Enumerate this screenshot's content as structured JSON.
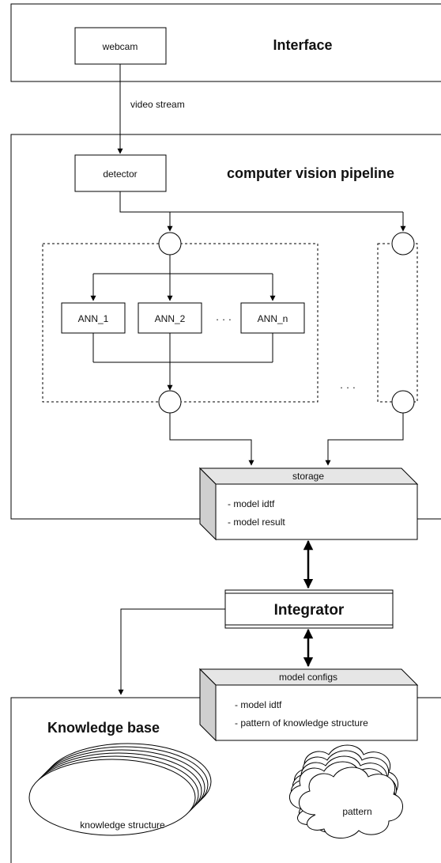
{
  "interface": {
    "title": "Interface",
    "webcam_label": "webcam"
  },
  "edges": {
    "video_stream_label": "video stream"
  },
  "pipeline": {
    "title": "computer vision pipeline",
    "detector_label": "detector",
    "models": [
      "ANN_1",
      "ANN_2",
      "ANN_n"
    ],
    "models_ellipsis": "· · ·",
    "branches_ellipsis": "· · ·"
  },
  "storage": {
    "header": "storage",
    "lines": [
      "- model idtf",
      "- model result"
    ]
  },
  "integrator": {
    "label": "Integrator"
  },
  "model_configs": {
    "header": "model configs",
    "lines": [
      "- model idtf",
      "- pattern of knowledge structure"
    ]
  },
  "knowledge_base": {
    "title": "Knowledge base",
    "structure_label": "knowledge structure",
    "pattern_label": "pattern"
  }
}
